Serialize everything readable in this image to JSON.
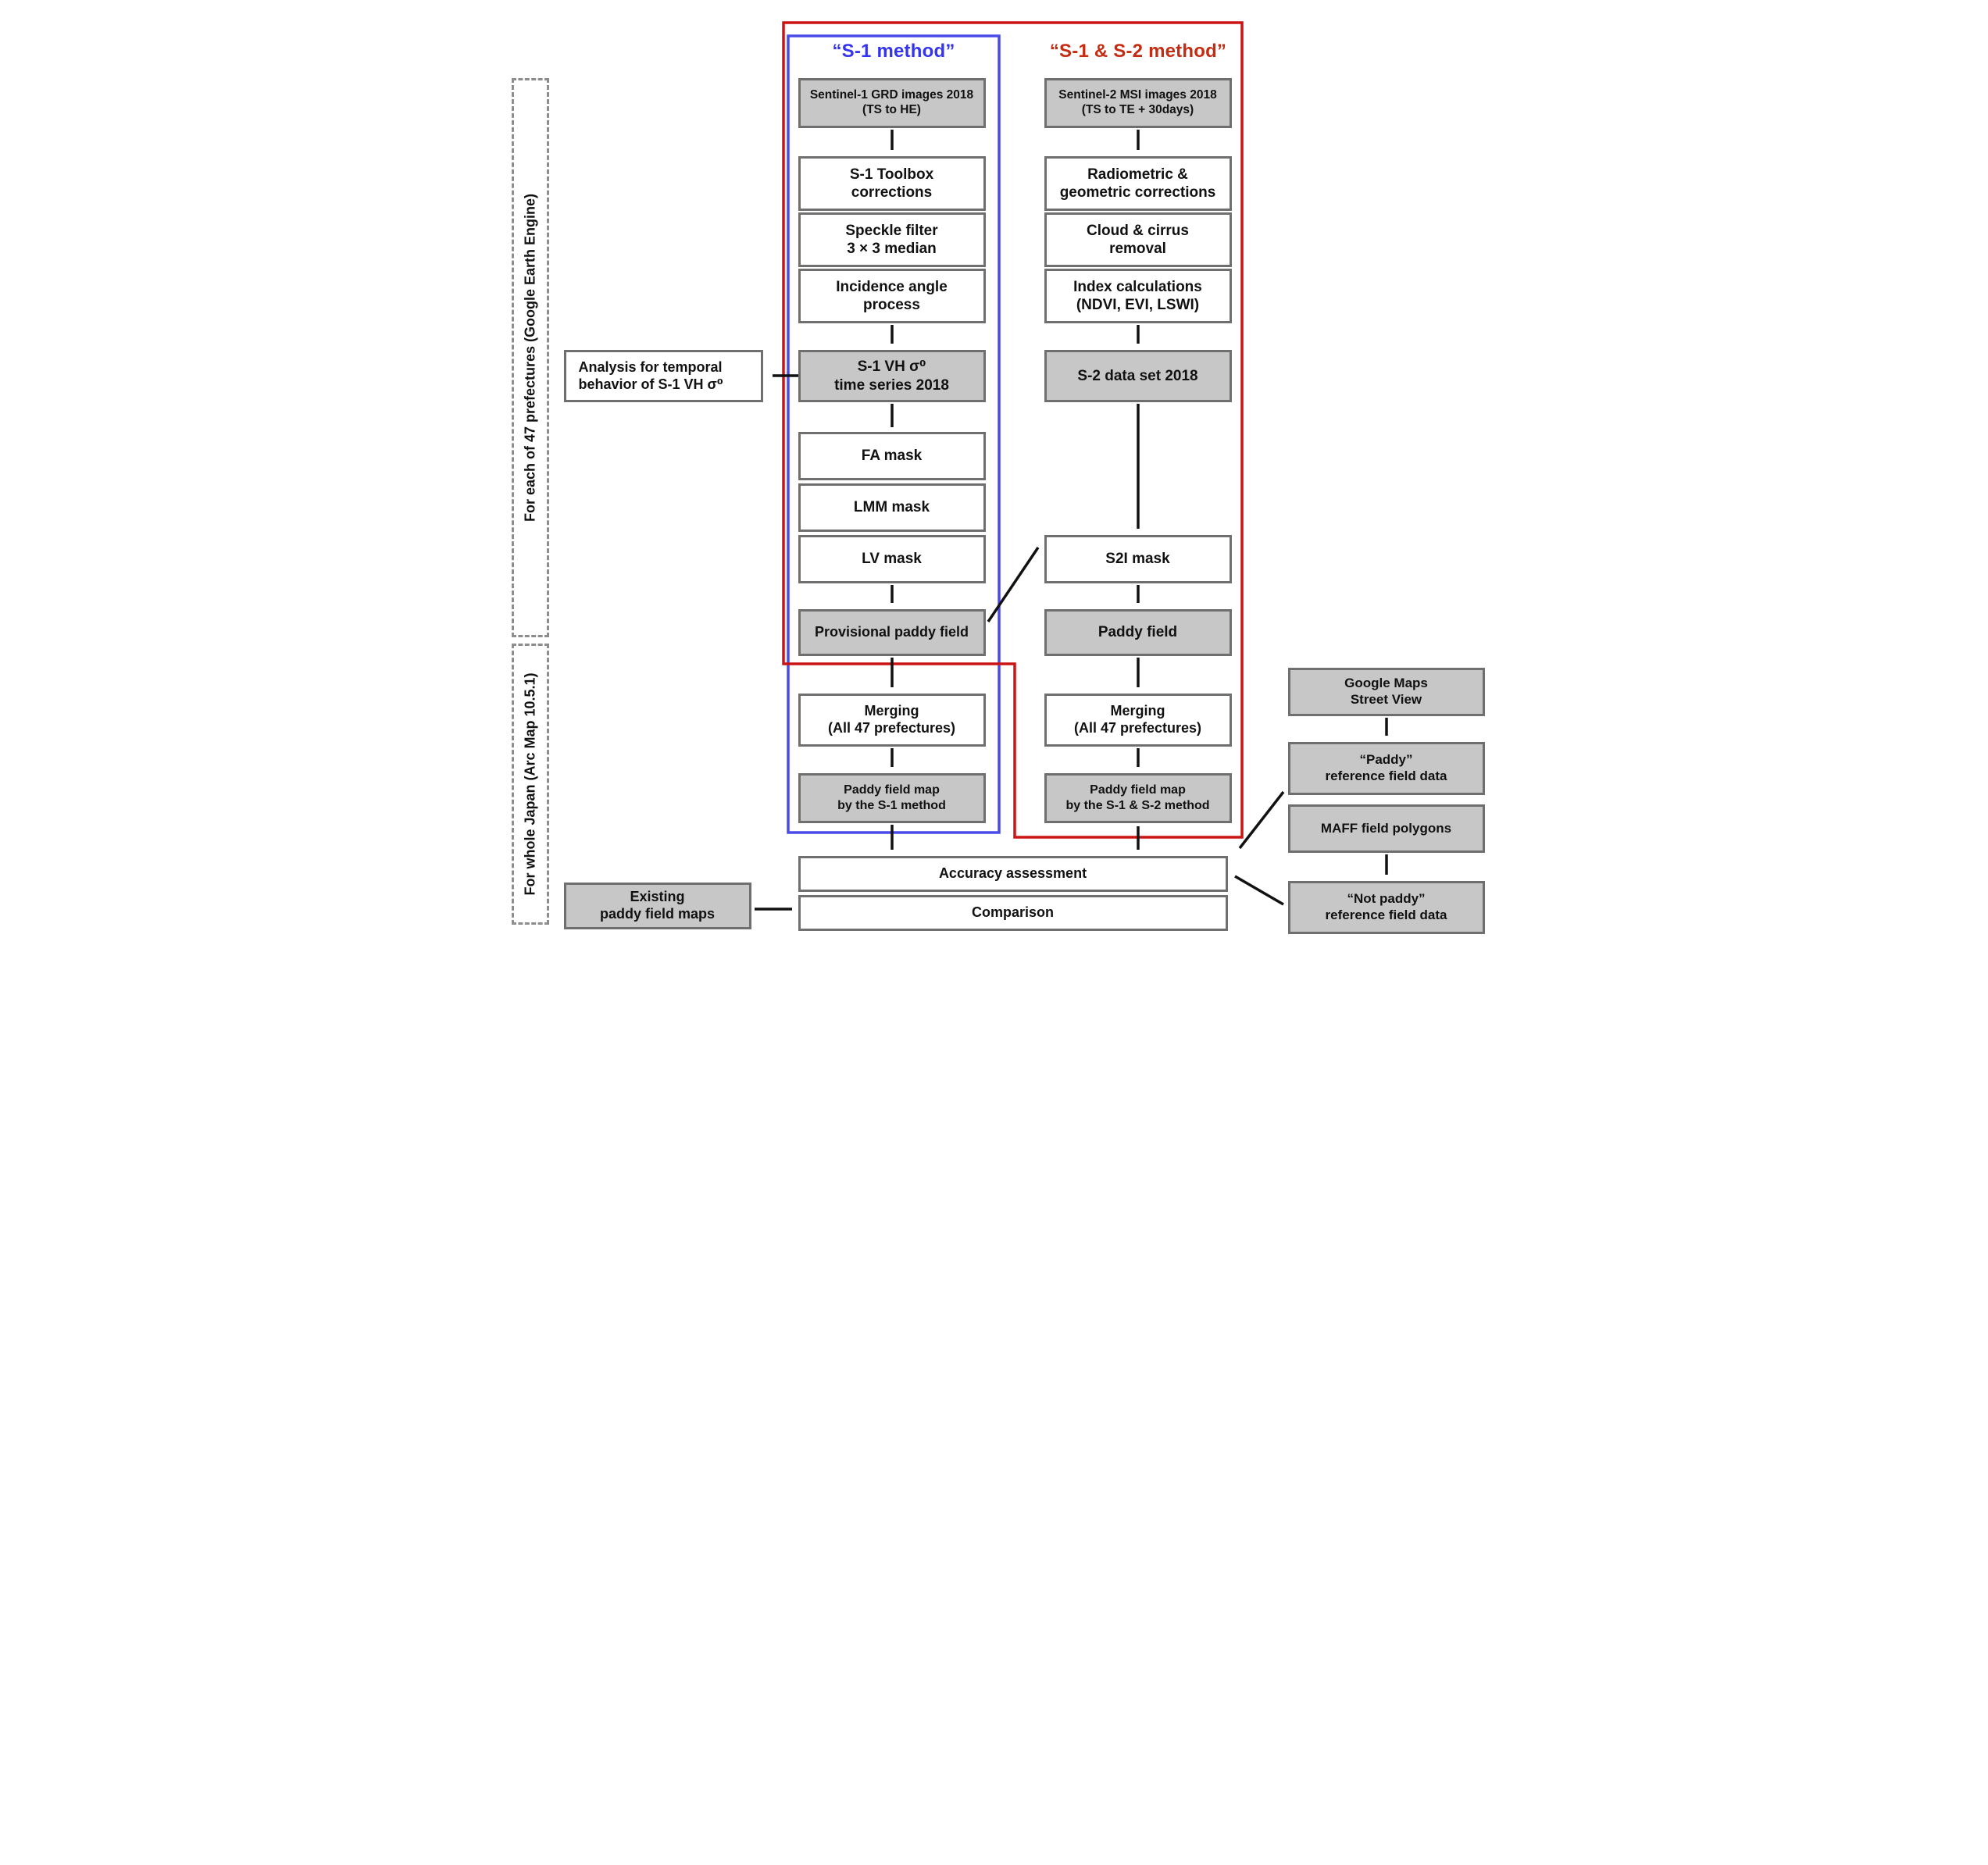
{
  "colors": {
    "blue_border": "#4a4ae8",
    "red_border": "#cc1414",
    "blue_title": "#3434f0",
    "red_title": "#c52b10",
    "box_border": "#6f6f6f",
    "box_fill_gray": "#c7c7c7",
    "arrow_black": "#111111"
  },
  "titles": {
    "s1": "“S-1 method”",
    "s1s2": "“S-1 & S-2 method”"
  },
  "side_labels": {
    "top": "For each of 47 prefectures (Google Earth Engine)",
    "bottom": "For whole Japan (Arc Map 10.5.1)"
  },
  "s1_boxes": [
    "Sentinel-1 GRD images 2018\n(TS to HE)",
    "S-1 Toolbox\ncorrections",
    "Speckle filter\n3 × 3 median",
    "Incidence angle\nprocess",
    "S-1 VH σ⁰\ntime series 2018",
    "FA mask",
    "LMM mask",
    "LV mask",
    "Provisional paddy field",
    "Merging\n(All 47 prefectures)",
    "Paddy field map\nby the S-1 method"
  ],
  "s2_boxes": [
    "Sentinel-2 MSI  images 2018\n(TS to TE + 30days)",
    "Radiometric &\ngeometric corrections",
    "Cloud & cirrus\nremoval",
    "Index calculations\n(NDVI, EVI, LSWI)",
    "S-2 data set 2018",
    "S2I mask",
    "Paddy field",
    "Merging\n(All 47 prefectures)",
    "Paddy field map\nby the S-1 & S-2 method"
  ],
  "left_boxes": {
    "analysis": "Analysis for temporal\nbehavior of S-1 VH σ⁰",
    "existing": "Existing\npaddy field maps"
  },
  "bottom_boxes": {
    "accuracy": "Accuracy assessment",
    "comparison": "Comparison"
  },
  "reference_boxes": [
    "Google Maps\nStreet View",
    "“Paddy”\nreference field data",
    "MAFF field polygons",
    "“Not paddy”\nreference field data"
  ]
}
